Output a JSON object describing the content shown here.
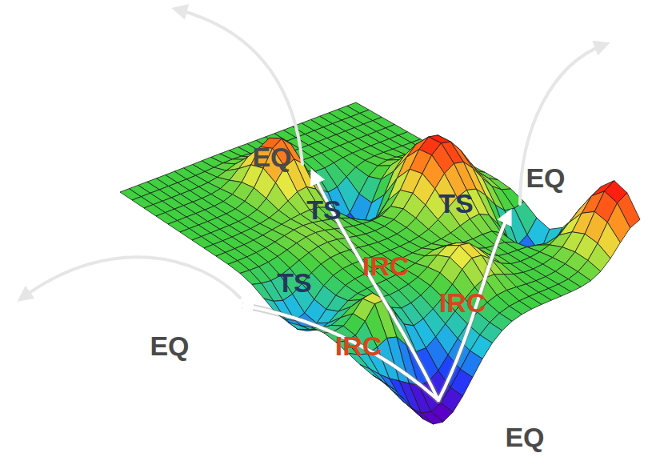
{
  "diagram": {
    "labels": [
      "EQ",
      "EQ",
      "TS",
      "TS",
      "IRC",
      "TS",
      "IRC",
      "EQ",
      "IRC",
      "EQ"
    ]
  }
}
